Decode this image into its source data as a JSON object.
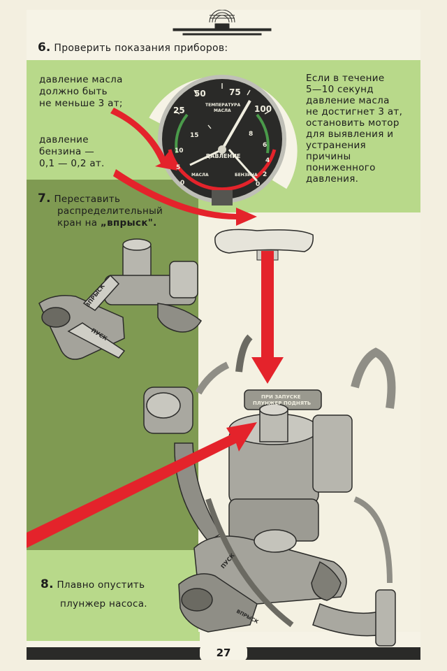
{
  "header": {
    "step6_number": "6.",
    "step6_text": "Проверить показания приборов:"
  },
  "left_notes": {
    "oil_line1": "давление масла",
    "oil_line2": "должно быть",
    "oil_line3": "не меньше 3 ат;",
    "fuel_line1": "давление",
    "fuel_line2": "бензина —",
    "fuel_line3": "0,1 — 0,2 ат."
  },
  "right_note": {
    "lines": [
      "Если в течение",
      "5—10 секунд",
      "давление масла",
      "не достигнет 3 ат,",
      "остановить мотор",
      "для выявления и",
      "устранения",
      "причины",
      "пониженного",
      "давления."
    ]
  },
  "gauge": {
    "temp_scale": [
      "25",
      "50",
      "75",
      "100"
    ],
    "temp_label_1": "ТЕМПЕРАТУРА",
    "temp_label_2": "МАСЛА",
    "center_label": "ДАВЛЕНИЕ",
    "oil_scale": [
      "0",
      "5",
      "10",
      "15"
    ],
    "fuel_scale": [
      "0",
      "2",
      "4",
      "6",
      "8"
    ],
    "bottom_left": "МАСЛА",
    "bottom_right": "БЕНЗИНА"
  },
  "step7": {
    "number": "7.",
    "line1": "Переставить",
    "line2": "распределительный",
    "line3_prefix": "кран на ",
    "line3_emph": "„впрыск\"."
  },
  "valve_labels": {
    "upper_vprysk": "ВПРЫСК",
    "upper_pusk": "ПУСК",
    "lower_pusk": "ПУСК",
    "lower_vprysk": "ВПРЫСК"
  },
  "plunger_plate": {
    "line1": "ПРИ ЗАПУСКЕ",
    "line2": "ПЛУНЖЕР ПОДНЯТЬ"
  },
  "step8": {
    "number": "8.",
    "line1": "Плавно опустить",
    "line2": "плунжер насоса."
  },
  "footer": {
    "page_number": "27"
  },
  "colors": {
    "light_green": "#b8d98a",
    "olive_green": "#7f9a52",
    "mid_green": "#93ad63",
    "red": "#e4232b",
    "dark": "#2a2a28",
    "paper": "#f6f3e6"
  }
}
